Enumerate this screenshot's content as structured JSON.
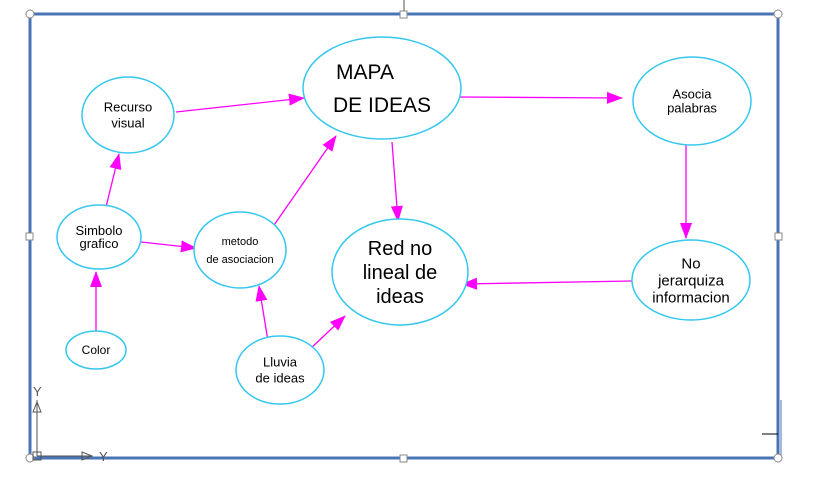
{
  "diagram": {
    "nodes": {
      "mapa": {
        "lines": [
          "MAPA",
          "DE IDEAS"
        ]
      },
      "recurso": {
        "lines": [
          "Recurso",
          "visual"
        ]
      },
      "asocia": {
        "lines": [
          "Asocia",
          "palabras"
        ]
      },
      "simbolo": {
        "lines": [
          "Simbolo",
          "grafico"
        ]
      },
      "metodo": {
        "lines": [
          "metodo",
          "de asociacion"
        ]
      },
      "red": {
        "lines": [
          "Red no",
          "lineal de",
          "ideas"
        ]
      },
      "nojerarq": {
        "lines": [
          "No",
          "jerarquiza",
          "informacion"
        ]
      },
      "color": {
        "lines": [
          "Color"
        ]
      },
      "lluvia": {
        "lines": [
          "Lluvia",
          "de ideas"
        ]
      }
    },
    "edges": [
      {
        "from": "recurso",
        "to": "mapa"
      },
      {
        "from": "mapa",
        "to": "asocia"
      },
      {
        "from": "mapa",
        "to": "red"
      },
      {
        "from": "asocia",
        "to": "nojerarq"
      },
      {
        "from": "nojerarq",
        "to": "red"
      },
      {
        "from": "simbolo",
        "to": "recurso"
      },
      {
        "from": "simbolo",
        "to": "metodo"
      },
      {
        "from": "metodo",
        "to": "mapa"
      },
      {
        "from": "color",
        "to": "simbolo"
      },
      {
        "from": "lluvia",
        "to": "metodo"
      },
      {
        "from": "lluvia",
        "to": "red"
      }
    ],
    "axis": {
      "y_label": "Y",
      "x_label": "Y"
    },
    "colors": {
      "frame": "#4a74b4",
      "ellipse": "#35c7f0",
      "arrow": "#ff00ff"
    }
  }
}
